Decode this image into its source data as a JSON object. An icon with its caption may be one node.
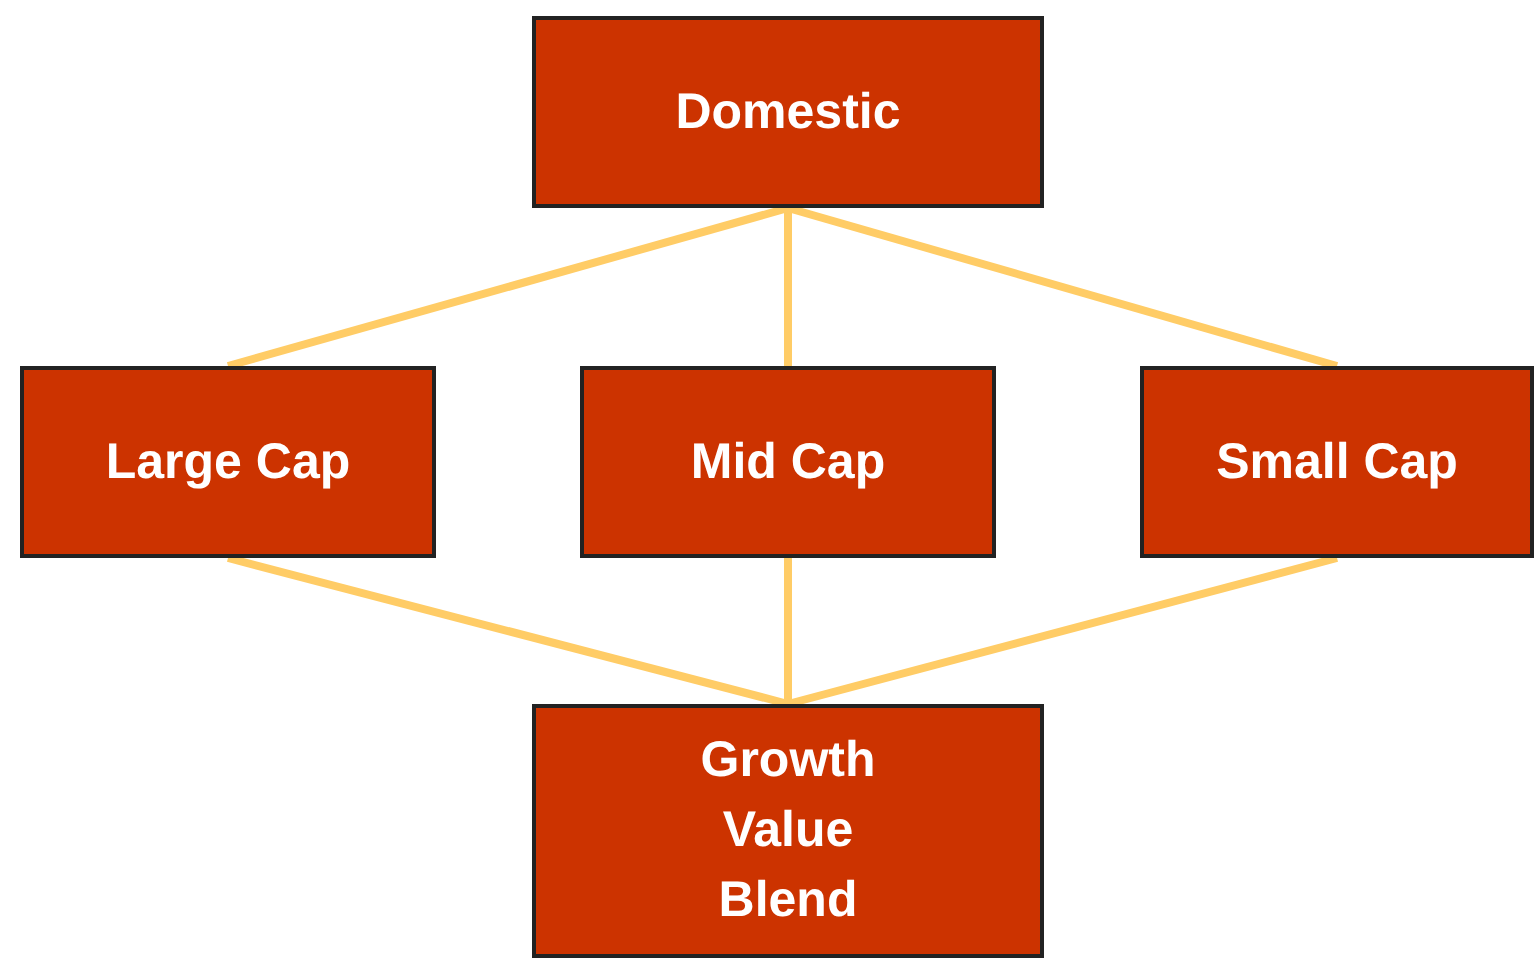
{
  "diagram": {
    "nodes": [
      {
        "text": [
          "Domestic"
        ]
      },
      {
        "text": [
          "Large Cap"
        ]
      },
      {
        "text": [
          "Mid Cap"
        ]
      },
      {
        "text": [
          "Small Cap"
        ]
      },
      {
        "text": [
          "Growth",
          "Value",
          "Blend"
        ]
      }
    ],
    "edges": [
      {
        "from": 0,
        "to": 1,
        "arrow": "none"
      },
      {
        "from": 0,
        "to": 2,
        "arrow": "none"
      },
      {
        "from": 0,
        "to": 3,
        "arrow": "none"
      },
      {
        "from": 1,
        "to": 4,
        "arrow": "none"
      },
      {
        "from": 2,
        "to": 4,
        "arrow": "none"
      },
      {
        "from": 3,
        "to": 4,
        "arrow": "none"
      }
    ]
  }
}
